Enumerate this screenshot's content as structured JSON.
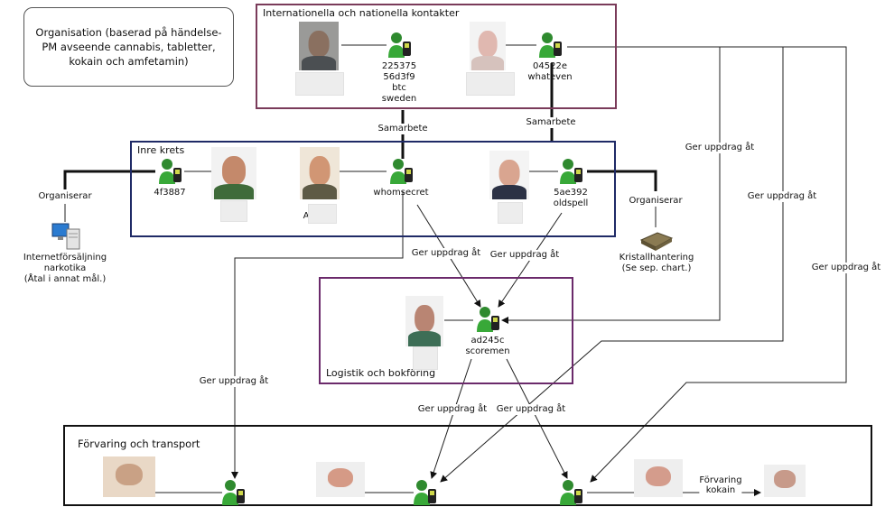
{
  "note": "Organisation (baserad på händelse-PM avseende cannabis, tabletter, kokain och amfetamin)",
  "groups": {
    "international": "Internationella och nationella kontakter",
    "inner": "Inre krets",
    "logistics": "Logistik och bokföring",
    "storage": "Förvaring och transport"
  },
  "nodes": {
    "n1": [
      "225375",
      "56d3f9",
      "btc",
      "sweden"
    ],
    "n2": [
      "04522e",
      "whateven"
    ],
    "n3": [
      "4f3887"
    ],
    "n4": [
      "whomsecret"
    ],
    "n5": [
      "5ae392",
      "oldspell"
    ],
    "n6": [
      "ad245c",
      "scoremen"
    ]
  },
  "edge_labels": {
    "collab1": "Samarbete",
    "collab2": "Samarbete",
    "org_left": "Organiserar",
    "org_right": "Organiserar",
    "assign1": "Ger uppdrag åt",
    "assign2": "Ger uppdrag åt",
    "assign3": "Ger uppdrag åt",
    "assign4": "Ger uppdrag åt",
    "assign5": "Ger uppdrag åt",
    "assign6": "Ger uppdrag åt",
    "assign7": "Ger uppdrag åt",
    "assign8": "Ger uppdrag åt",
    "storage_edge": "Förvaring\nkokain"
  },
  "entities": {
    "internet": "Internetförsäljning\nnarkotika\n(Åtal i annat mål.)",
    "crystal": "Kristallhantering\n(Se sep. chart.)"
  },
  "partial_caption": "A"
}
